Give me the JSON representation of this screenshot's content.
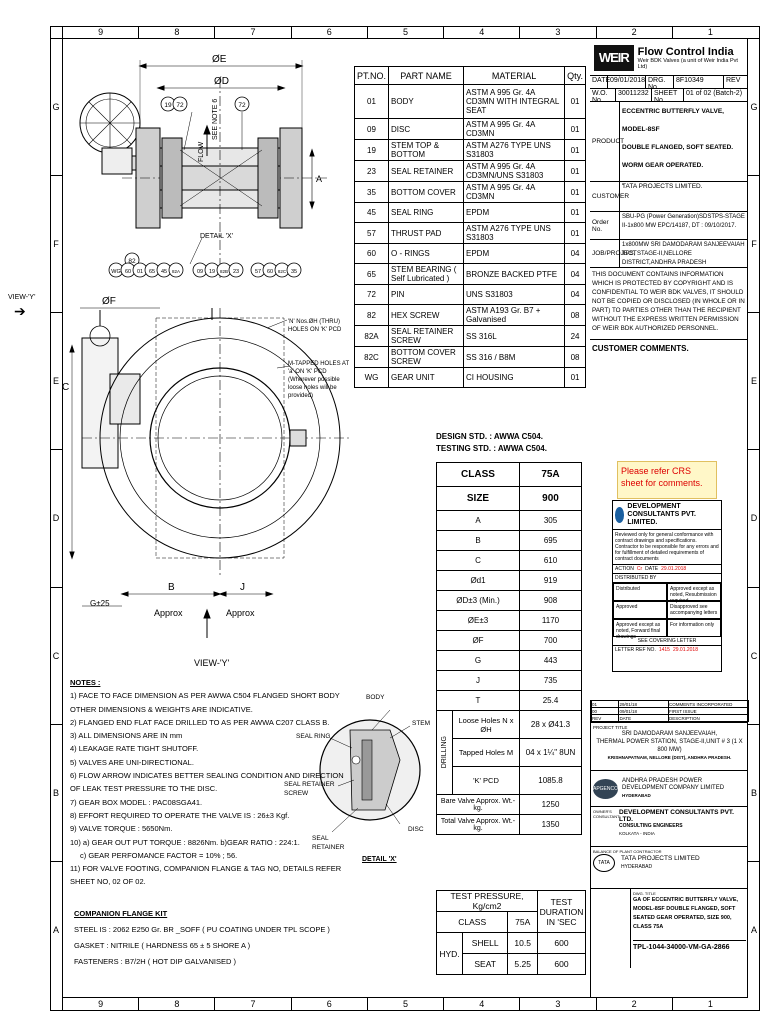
{
  "zones_h": [
    "9",
    "8",
    "7",
    "6",
    "5",
    "4",
    "3",
    "2",
    "1"
  ],
  "zones_v": [
    "G",
    "F",
    "E",
    "D",
    "C",
    "B",
    "A"
  ],
  "company": {
    "logo": "WEIR",
    "name": "Flow Control India",
    "sub": "Weir BDK Valves (a unit of Weir India Pvt Ltd)"
  },
  "titleblock": {
    "date_label": "DATE",
    "date": "09/01/2018",
    "drg_label": "DRG. No.",
    "drg": "8F10349",
    "rev_label": "REV",
    "wo_label": "W.O. No",
    "wo": "30011232",
    "sheet_label": "SHEET No.",
    "sheet": "01 of 02 (Batch-2)",
    "product_label": "PRODUCT",
    "product": [
      "ECCENTRIC BUTTERFLY VALVE, MODEL-8SF",
      "DOUBLE FLANGED, SOFT SEATED.",
      "WORM GEAR OPERATED.",
      "."
    ],
    "customer_label": "CUSTOMER",
    "customer": "TATA PROJECTS LIMITED.",
    "order_label": "Order No.",
    "order": "SBU-PG (Power Generation)SDSTPS-STAGE II-1x800 MW EPC/14187, DT : 09/10/2017.",
    "job_label": "JOB/PROJECT",
    "job": "1x800MW SRI DAMODARAM SANJEEVAIAH TPS, STAGE-II,NELLORE DISTRICT,ANDHRA PRADESH",
    "copyright": "THIS DOCUMENT CONTAINS INFORMATION WHICH IS PROTECTED BY COPYRIGHT AND IS CONFIDENTIAL TO WEIR BDK VALVES, IT SHOULD NOT BE COPIED OR DISCLOSED (IN WHOLE OR IN PART) TO PARTIES OTHER THAN THE RECIPIENT WITHOUT THE EXPRESS WRITTEN PERMISSION OF WEIR BDK AUTHORIZED PERSONNEL.",
    "comments_label": "CUSTOMER COMMENTS."
  },
  "crs_note": "Please refer CRS sheet for comments.",
  "dcpl_stamp": {
    "name": "DEVELOPMENT CONSULTANTS PVT. LIMITED.",
    "body": "Reviewed only for general conformance with contract drawings and specifications. Contractor to be responsible for any errors and for fulfillment of detailed requirements of contract documents",
    "action": "ACTION",
    "cr": "Cr",
    "date": "DATE",
    "date_val": "29.01.2018",
    "distrib": "DISTRIBUTED BY",
    "r1": "Distributed",
    "r2": "Approved except as noted, Resubmission required",
    "r3": "Approved",
    "r4": "Disapproved see accompanying letters",
    "r5": "Approved except as noted, Forward final drawings",
    "r6": "For information only",
    "see": "SEE COVERING LETTER",
    "letter": "LETTER REF NO.",
    "letter_no": "1415",
    "letter_date": "29.01.2018"
  },
  "parts_header": [
    "PT.NO.",
    "PART NAME",
    "MATERIAL",
    "Qty."
  ],
  "parts": [
    [
      "01",
      "BODY",
      "ASTM A 995 Gr. 4A CD3MN WITH INTEGRAL SEAT",
      "01"
    ],
    [
      "09",
      "DISC",
      "ASTM A 995 Gr. 4A CD3MN",
      "01"
    ],
    [
      "19",
      "STEM TOP & BOTTOM",
      "ASTM A276 TYPE UNS S31803",
      "01"
    ],
    [
      "23",
      "SEAL RETAINER",
      "ASTM A 995 Gr. 4A CD3MN/UNS S31803",
      "01"
    ],
    [
      "35",
      "BOTTOM COVER",
      "ASTM A 995 Gr. 4A CD3MN",
      "01"
    ],
    [
      "45",
      "SEAL RING",
      "EPDM",
      "01"
    ],
    [
      "57",
      "THRUST PAD",
      "ASTM A276 TYPE UNS S31803",
      "01"
    ],
    [
      "60",
      "O - RINGS",
      "EPDM",
      "04"
    ],
    [
      "65",
      "STEM BEARING ( Self Lubricated )",
      "BRONZE BACKED PTFE",
      "04"
    ],
    [
      "72",
      "PIN",
      "UNS S31803",
      "04"
    ],
    [
      "82",
      "HEX SCREW",
      "ASTM A193 Gr. B7 + Galvanised",
      "08"
    ],
    [
      "82A",
      "SEAL RETAINER SCREW",
      "SS 316L",
      "24"
    ],
    [
      "82C",
      "BOTTOM COVER SCREW",
      "SS 316 / B8M",
      "08"
    ],
    [
      "WG",
      "GEAR UNIT",
      "CI HOUSING",
      "01"
    ]
  ],
  "standards": [
    "DESIGN STD.  : AWWA C504.",
    "TESTING STD. : AWWA C504."
  ],
  "dims": {
    "class_label": "CLASS",
    "class": "75A",
    "size_label": "SIZE",
    "size": "900",
    "rows": [
      [
        "A",
        "305"
      ],
      [
        "B",
        "695"
      ],
      [
        "C",
        "610"
      ],
      [
        "Ød1",
        "919"
      ],
      [
        "ØD±3 (Min.)",
        "908"
      ],
      [
        "ØE±3",
        "1170"
      ],
      [
        "ØF",
        "700"
      ],
      [
        "G",
        "443"
      ],
      [
        "J",
        "735"
      ],
      [
        "T",
        "25.4"
      ]
    ],
    "drilling_label": "DRILLING",
    "drill": [
      [
        "Loose Holes N x ØH",
        "28 x Ø41.3"
      ],
      [
        "Tapped Holes M",
        "04 x 1¼\" 8UN"
      ],
      [
        "'K' PCD",
        "1085.8"
      ]
    ],
    "weights": [
      [
        "Bare Valve Approx. Wt.-kg.",
        "1250"
      ],
      [
        "Total Valve Approx. Wt.-kg.",
        "1350"
      ]
    ]
  },
  "test": {
    "pressure_label": "TEST PRESSURE, Kg/cm2",
    "duration_label": "TEST DURATION IN 'SEC",
    "class_label": "CLASS",
    "class": "75A",
    "hyd": "HYD.",
    "rows": [
      [
        "SHELL",
        "10.5",
        "600"
      ],
      [
        "SEAT",
        "5.25",
        "600"
      ]
    ]
  },
  "notes_title": "NOTES :",
  "notes": [
    "1) FACE TO FACE DIMENSION AS PER AWWA C504 FLANGED SHORT BODY OTHER DIMENSIONS & WEIGHTS ARE INDICATIVE.",
    "2) FLANGED END FLAT FACE DRILLED TO AS PER AWWA C207 CLASS B.",
    "3) ALL DIMENSIONS ARE IN mm",
    "4) LEAKAGE RATE TIGHT SHUTOFF.",
    "5) VALVES ARE UNI-DIRECTIONAL.",
    "6) FLOW ARROW INDICATES BETTER SEALING CONDITION AND DIRECTION OF LEAK TEST PRESSURE TO THE DISC.",
    "7) GEAR BOX MODEL : PAC08SGA41.",
    "8) EFFORT REQUIRED TO OPERATE THE VALVE IS : 26±3 Kgf.",
    "9) VALVE TORQUE : 5650Nm.",
    "10) a) GEAR OUT PUT TORQUE : 8826Nm.  b)GEAR RATIO : 224:1.",
    "c) GEAR PERFOMANCE FACTOR = 10% ; 56.",
    "11) FOR VALVE FOOTING, COMPANION FLANGE & TAG NO, DETAILS REFER SHEET NO, 02 OF 02."
  ],
  "flange_title": "COMPANION FLANGE KIT",
  "flange": [
    "STEEL IS : 2062 E250 Gr. BR _SOFF ( PU COATING UNDER TPL SCOPE )",
    "GASKET : NITRILE ( HARDNESS 65 ± 5 SHORE A )",
    "FASTENERS : B7/2H ( HOT DIP GALVANISED )"
  ],
  "drawing_labels": {
    "dE": "ØE",
    "dD": "ØD",
    "see_note": "SEE NOTE 6",
    "flow": "FLOW",
    "a": "A",
    "detail_x": "DETAIL 'X'",
    "view_y": "VIEW-'Y'",
    "df": "ØF",
    "c": "C",
    "b": "B",
    "j": "J",
    "approx1": "Approx",
    "approx2": "Approx",
    "g": "G±25",
    "holes_note": "'N' Nos.ØH (THRU) HOLES ON 'K' PCD",
    "tapped_note": "M-TAPPED HOLES AT 'a' ON 'K' PCD (Wherever possible loose holes will be provided)",
    "detail_title": "DETAIL 'X'",
    "body": "BODY",
    "stem": "STEM",
    "seal_ring": "SEAL RING",
    "seal_ret_screw": "SEAL RETAINER SCREW",
    "seal_ret": "SEAL RETAINER",
    "disc": "DISC",
    "balloons_top": [
      "19",
      "72",
      "72"
    ],
    "balloons_bot": [
      "WG",
      "60",
      "01",
      "65",
      "45",
      "82A",
      "09",
      "19",
      "82B",
      "23",
      "57",
      "60",
      "82C",
      "35"
    ],
    "balloon_82": "82"
  },
  "revisions": {
    "rows": [
      [
        "01",
        "29/01/18",
        "COMMENTS INCORPORATED"
      ],
      [
        "00",
        "09/01/18",
        "FIRST ISSUE"
      ]
    ],
    "hdr": [
      "REV",
      "DATE",
      "DESCRIPTION"
    ]
  },
  "project": {
    "label": "PROJECT TITLE",
    "line1": "SRI DAMODARAM SANJEEVAIAH,",
    "line2": "THERMAL POWER STATION, STAGE-II,UNIT # 3 (1 X 800 MW)",
    "line3": "KRISHNAPATNAM, NELLORE (DIST), ANDHRA PRADESH.",
    "owner": "ANDHRA PRADESH POWER DEVELOPMENT COMPANY LIMITED",
    "owner_city": "HYDERABAD",
    "owner_logo": "APGENCO",
    "consult_label": "OWNER'S CONSULTANT",
    "consult": "DEVELOPMENT CONSULTANTS PVT. LTD.",
    "consult_sub": "CONSULTING ENGINEERS",
    "consult_city": "KOLKATA - INDIA",
    "bop_label": "BALANCE OF PLANT CONTRACTOR",
    "bop": "TATA PROJECTS LIMITED",
    "bop_city": "HYDERABAD",
    "bop_logo": "TATA",
    "dwg_title_label": "DWG. TITLE",
    "dwg_title": "GA OF ECCENTRIC BUTTERFLY VALVE, MODEL-8SF DOUBLE FLANGED, SOFT SEATED GEAR OPERATED, SIZE 900, CLASS 75A",
    "dwg_no": "TPL-1044-34000-VM-GA-2866"
  }
}
